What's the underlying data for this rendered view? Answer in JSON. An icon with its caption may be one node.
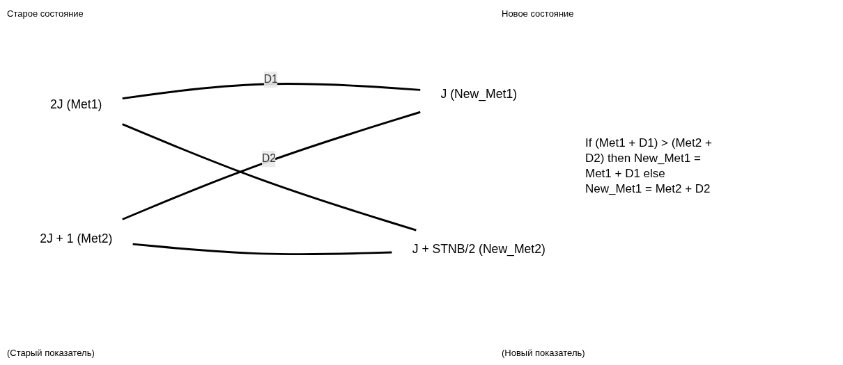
{
  "diagram": {
    "nodes": [
      {
        "text": [
          "2J (Met1)"
        ]
      },
      {
        "text": [
          "2J + 1 (Met2)"
        ]
      },
      {
        "text": [
          "J (New_Met1)"
        ]
      },
      {
        "text": [
          "J + STNB/2 (New_Met2)"
        ]
      }
    ],
    "edges": [
      {
        "from": 0,
        "to": 2,
        "arrow": "none",
        "label": "D1"
      },
      {
        "from": 0,
        "to": 3,
        "arrow": "none"
      },
      {
        "from": 1,
        "to": 2,
        "arrow": "none",
        "label": "D2"
      },
      {
        "from": 1,
        "to": 3,
        "arrow": "none"
      }
    ],
    "labels": [
      "Старое состояние",
      "Новое состояние",
      "If (Met1 + D1) > (Met2 + D2) then New_Met1 = Met1 + D1 else New_Met1 = Met2 + D2",
      "(Старый показатель)",
      "(Новый показатель)"
    ]
  }
}
